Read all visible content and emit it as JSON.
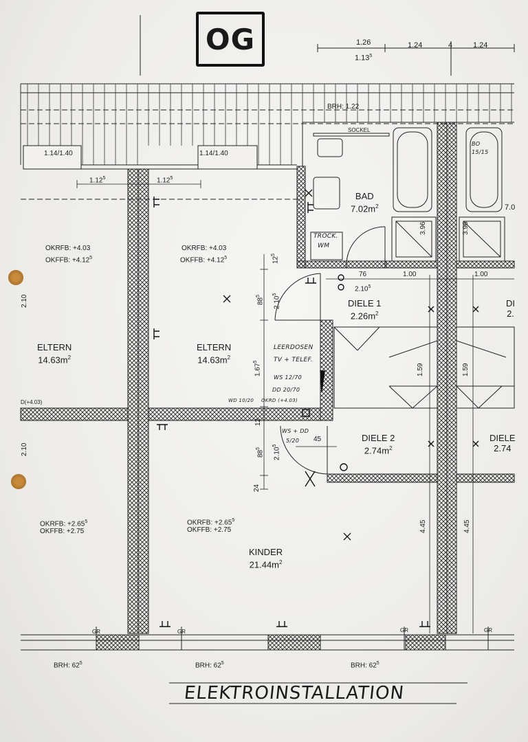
{
  "header": {
    "floor_code": "OG"
  },
  "footer": {
    "title": "ELEKTROINSTALLATION"
  },
  "top_dimensions": {
    "d1": "1.26",
    "d1_sub": "1.13",
    "d1_sub_sup": "5",
    "d2": "1.24",
    "d3": "1.24",
    "d_small": "4"
  },
  "brh_top": "BRH: 1.22",
  "sockel": "SOCKEL",
  "windows": {
    "w1": "1.14/1.40",
    "w2": "1.14/1.40",
    "dim1": "1.12",
    "dim1_sup": "5",
    "dim2": "1.12",
    "dim2_sup": "5"
  },
  "rooms": {
    "eltern_left": {
      "name": "ELTERN",
      "area": "14.63m",
      "area_sup": "2",
      "okrfb": "OKRFB: +4.03",
      "okffb": "OKFFB: +4.12",
      "okffb_sup": "5"
    },
    "eltern_mid": {
      "name": "ELTERN",
      "area": "14.63m",
      "area_sup": "2",
      "okrfb": "OKRFB: +4.03",
      "okffb": "OKFFB: +4.12",
      "okffb_sup": "5"
    },
    "bad": {
      "name": "BAD",
      "area": "7.02m",
      "area_sup": "2"
    },
    "diele1": {
      "name": "DIELE 1",
      "area": "2.26m",
      "area_sup": "2"
    },
    "diele2": {
      "name": "DIELE 2",
      "area": "2.74m",
      "area_sup": "2"
    },
    "diele_right1": {
      "name": "DI",
      "area": "2."
    },
    "diele_right2": {
      "name": "DIELE",
      "area": "2.74"
    },
    "kinder": {
      "name": "KINDER",
      "area": "21.44m",
      "area_sup": "2",
      "okrfb": "OKRFB: +2.65",
      "okrfb_sup": "5",
      "okffb": "OKFFB: +2.75"
    },
    "lower_left": {
      "okrfb": "OKRFB: +2.65",
      "okrfb_sup": "5",
      "okffb": "OKFFB: +2.75"
    }
  },
  "dimensions": {
    "d_88_top": "88",
    "d_88_top_sup": "5",
    "d_2105_top": "2.10",
    "d_2105_top_sup": "5",
    "d_12_top": "12",
    "d_12_top_sup": "5",
    "d_1675": "1.67",
    "d_1675_sup": "5",
    "d_12_mid": "12",
    "d_88_bot": "88",
    "d_88_bot_sup": "5",
    "d_2105_bot": "2.10",
    "d_2105_bot_sup": "5",
    "d_24": "24",
    "d_76": "76",
    "d_2105_d": "2.10",
    "d_2105_d_sup": "5",
    "d_100a": "1.00",
    "d_100b": "1.00",
    "d_45": "45",
    "d_396a": "3.96",
    "d_396b": "3.96",
    "d_159a": "1.59",
    "d_159b": "1.59",
    "d_445a": "4.45",
    "d_445b": "4.45",
    "d_210_left": "2.10",
    "d_210_left2": "2.10",
    "d_403_left": "D(+4.03)"
  },
  "annotations": {
    "trock": "TROCK.",
    "wm": "WM",
    "leerdosen1": "LEERDOSEN",
    "leerdosen2": "TV + TELEF.",
    "ws": "WS 12/70",
    "dd": "DD 20/70",
    "wd": "WD 10/20",
    "okrd": "OKRD (+4.03)",
    "wsdd1": "WS + DD",
    "wsdd2": "5/20",
    "bo1": "BO",
    "bo2": "15/15",
    "right_70": "7.0"
  },
  "brh_bottom": {
    "b1": "BRH: 62",
    "b1_sup": "5",
    "b2": "BRH: 62",
    "b2_sup": "5",
    "b3": "BRH: 62",
    "b3_sup": "5",
    "gr": "GR"
  },
  "colors": {
    "ink": "#1a1a1a",
    "paper": "#efeeeb",
    "hole": "#c98a3c"
  }
}
